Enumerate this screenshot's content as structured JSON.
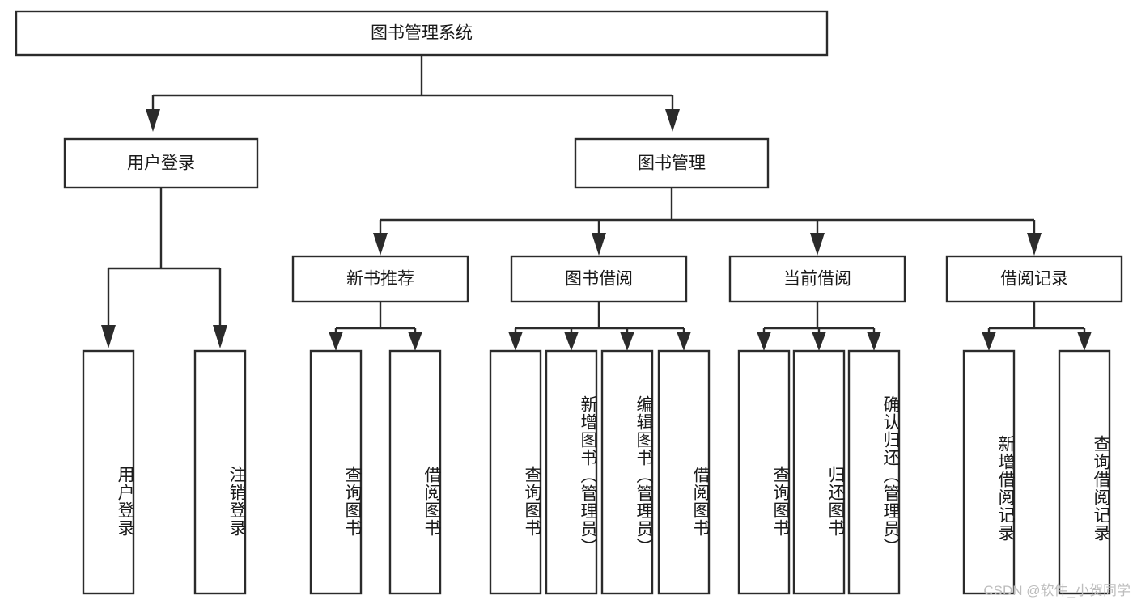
{
  "diagram": {
    "type": "hierarchy-tree",
    "title": "图书管理系统",
    "watermark": "CSDN @软件_小贺同学",
    "colors": {
      "box_fill": "#ffffff",
      "box_stroke": "#2b2b2b",
      "connector": "#2b2b2b",
      "text": "#1a1a1a",
      "watermark": "#bdbdbd"
    },
    "levels": {
      "root": {
        "label": "图书管理系统"
      },
      "level2": [
        {
          "label": "用户登录"
        },
        {
          "label": "图书管理"
        }
      ],
      "level3": [
        {
          "label": "新书推荐"
        },
        {
          "label": "图书借阅"
        },
        {
          "label": "当前借阅"
        },
        {
          "label": "借阅记录"
        }
      ]
    },
    "leaves": {
      "user_login": [
        {
          "label": "用户登录"
        },
        {
          "label": "注销登录"
        }
      ],
      "new_book_recommend": [
        {
          "label": "查询图书"
        },
        {
          "label": "借阅图书"
        }
      ],
      "book_borrow": [
        {
          "label": "查询图书"
        },
        {
          "label": "新增图书（管理员）"
        },
        {
          "label": "编辑图书（管理员）"
        },
        {
          "label": "借阅图书"
        }
      ],
      "current_borrow": [
        {
          "label": "查询图书"
        },
        {
          "label": "归还图书"
        },
        {
          "label": "确认归还（管理员）"
        }
      ],
      "borrow_record": [
        {
          "label": "新增借阅记录"
        },
        {
          "label": "查询借阅记录"
        }
      ]
    }
  }
}
